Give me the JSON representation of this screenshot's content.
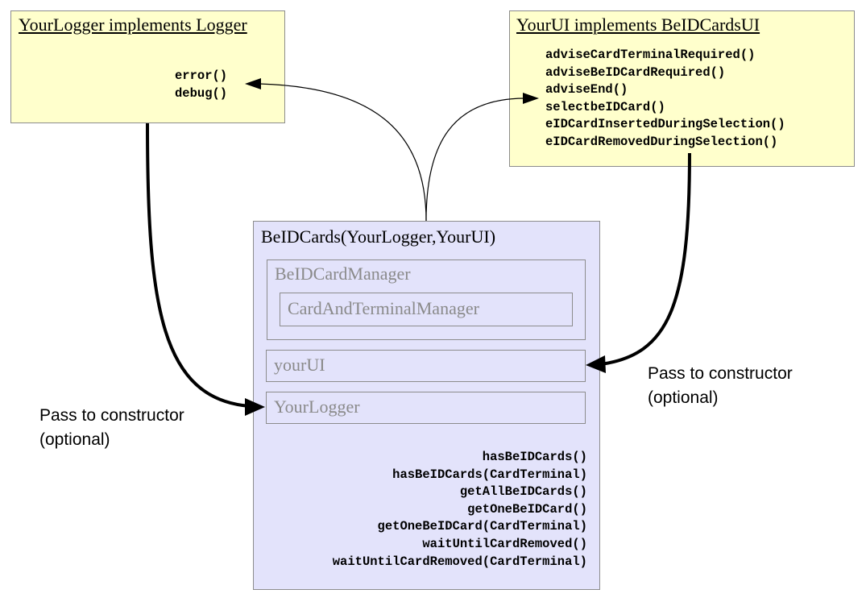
{
  "logger_box": {
    "title": "YourLogger implements Logger",
    "methods": [
      "error()",
      "debug()"
    ]
  },
  "ui_box": {
    "title": "YourUI implements BeIDCardsUI",
    "methods": [
      "adviseCardTerminalRequired()",
      "adviseBeIDCardRequired()",
      "adviseEnd()",
      "selectbeIDCard()",
      "eIDCardInsertedDuringSelection()",
      "eIDCardRemovedDuringSelection()"
    ]
  },
  "beid_box": {
    "title": "BeIDCards(YourLogger,YourUI)",
    "manager_label": "BeIDCardManager",
    "terminal_manager_label": "CardAndTerminalManager",
    "your_ui_label": "yourUI",
    "your_logger_label": "YourLogger",
    "methods": [
      "hasBeIDCards()",
      "hasBeIDCards(CardTerminal)",
      "getAllBeIDCards()",
      "getOneBeIDCard()",
      "getOneBeIDCard(CardTerminal)",
      "waitUntilCardRemoved()",
      "waitUntilCardRemoved(CardTerminal)"
    ]
  },
  "notes": {
    "left_line1": "Pass to constructor",
    "left_line2": "(optional)",
    "right_line1": "Pass to constructor",
    "right_line2": "(optional)"
  },
  "colors": {
    "yellow_fill": "#ffffcc",
    "blue_fill": "#e3e3fb",
    "border": "#8c8c8c",
    "grey_text": "#8a8a8a"
  }
}
